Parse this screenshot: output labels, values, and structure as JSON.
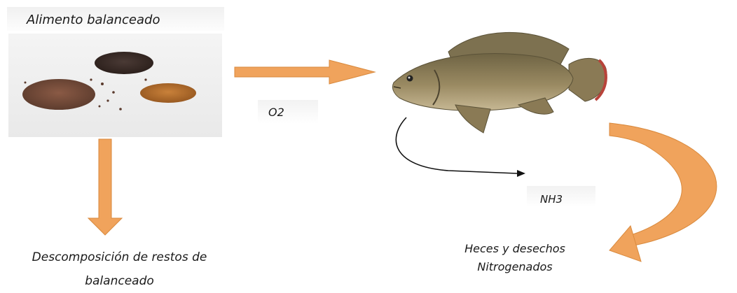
{
  "title": "Alimento balanceado",
  "o2_label": "O2",
  "nh3_label": "NH3",
  "decomposition_label": "Descomposición de restos de balanceado",
  "waste_label": "Heces y desechos Nitrogenados",
  "colors": {
    "arrow_fill": "#f0a35c",
    "arrow_stroke": "#d98a3e",
    "fish_body": "#8a7a55",
    "fish_fin_tip": "#b8433a",
    "feed_dark": "#3a2a22",
    "feed_brown": "#7a4a35",
    "feed_orange": "#b8722f"
  }
}
